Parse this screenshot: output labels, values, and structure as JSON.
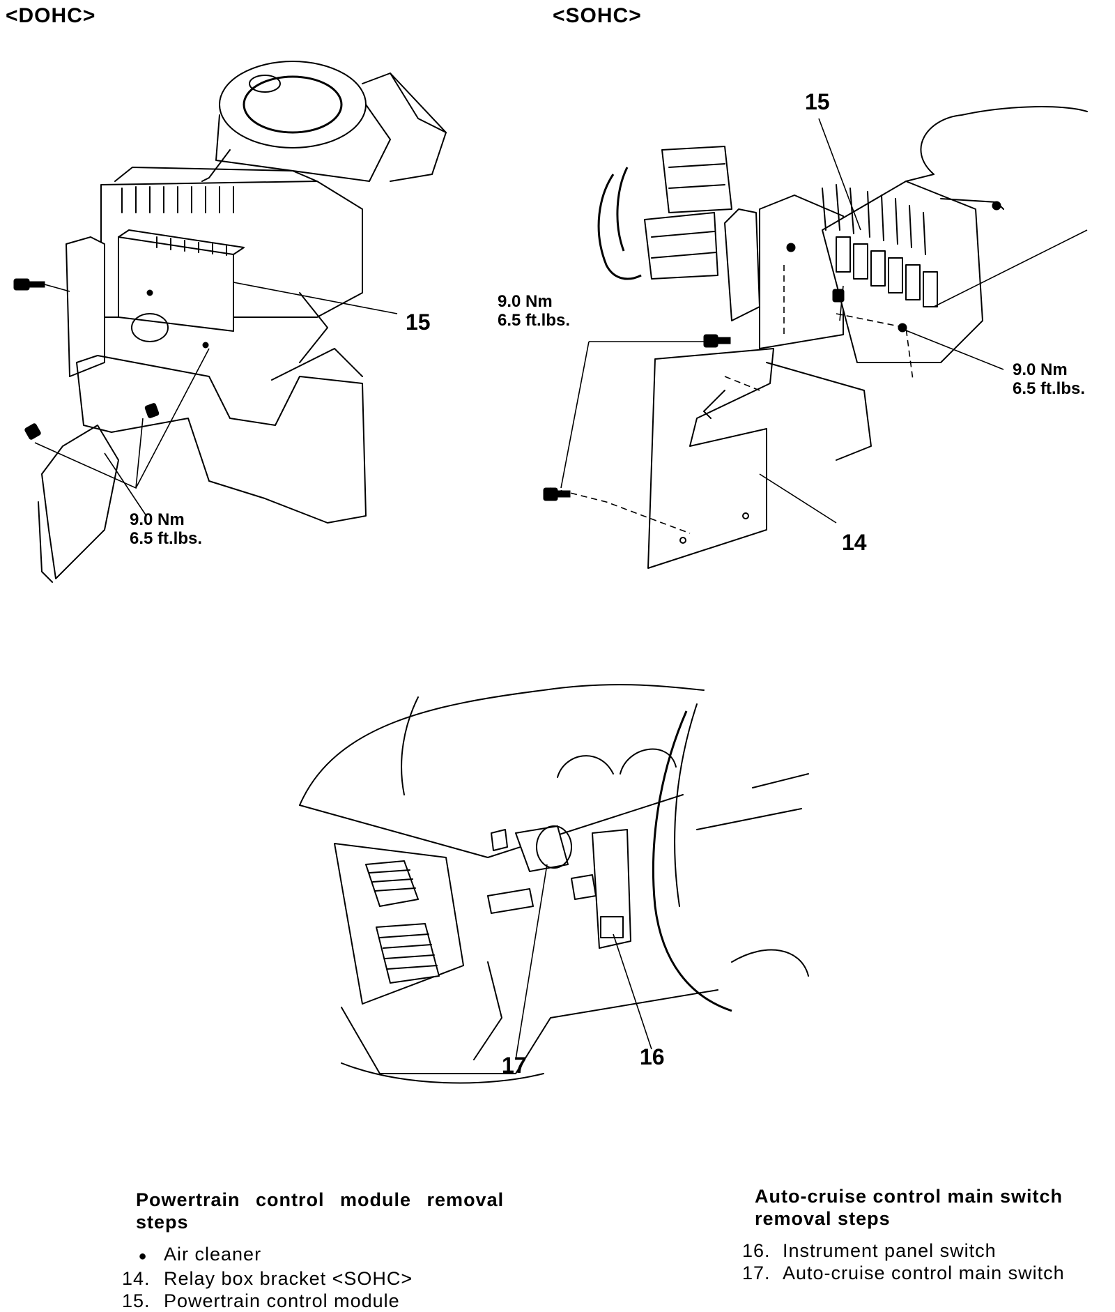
{
  "labels": {
    "dohc": "<DOHC>",
    "sohc": "<SOHC>"
  },
  "callouts": {
    "dohc_15": "15",
    "sohc_15": "15",
    "sohc_14": "14",
    "dash_17": "17",
    "dash_16": "16"
  },
  "torque": {
    "dohc": {
      "nm": "9.0 Nm",
      "ftlbs": "6.5 ft.lbs."
    },
    "sohc_left": {
      "nm": "9.0 Nm",
      "ftlbs": "6.5 ft.lbs."
    },
    "sohc_right": {
      "nm": "9.0 Nm",
      "ftlbs": "6.5 ft.lbs."
    }
  },
  "pcm_steps": {
    "title_line1": "Powertrain control module removal",
    "title_line2": "steps",
    "items": [
      {
        "marker": "●",
        "text": "Air cleaner"
      },
      {
        "marker": "14.",
        "text": "Relay box bracket <SOHC>"
      },
      {
        "marker": "15.",
        "text": "Powertrain control module"
      }
    ]
  },
  "cruise_steps": {
    "title_line1": "Auto-cruise control main switch",
    "title_line2": "removal steps",
    "items": [
      {
        "marker": "16.",
        "text": "Instrument panel switch"
      },
      {
        "marker": "17.",
        "text": "Auto-cruise control main switch"
      }
    ]
  }
}
